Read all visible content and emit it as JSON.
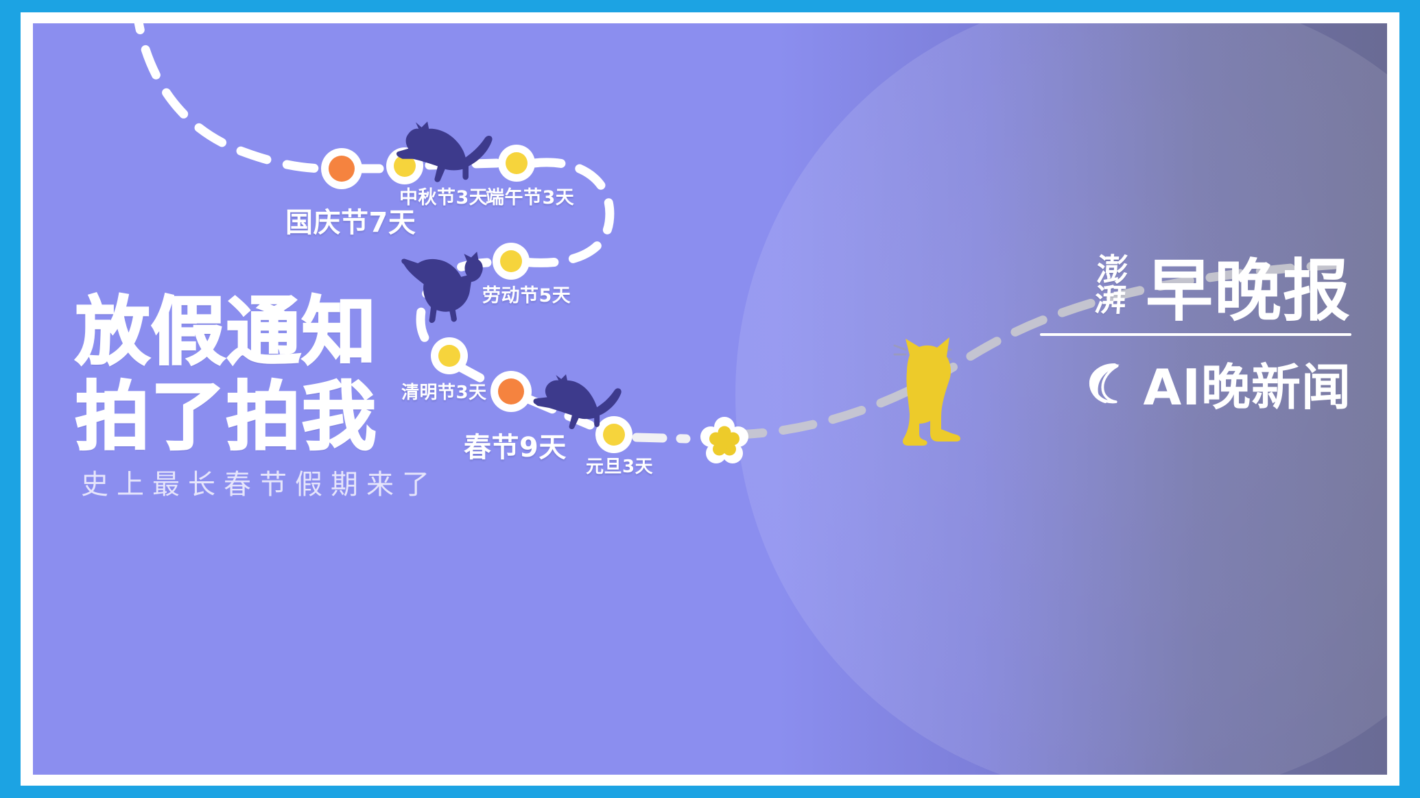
{
  "poster": {
    "headline_line1": "放假通知",
    "headline_line2": "拍了拍我",
    "subheadline": "史上最长春节假期来了"
  },
  "colors": {
    "frame_outer": "#1CA3E3",
    "frame_inner": "#FFFFFF",
    "bg_left": "#8B8EEF",
    "bg_right": "#6A6B94",
    "dot_orange": "#F5833F",
    "dot_yellow": "#F6D43C",
    "dot_ring": "#FFFFFF",
    "cat_dark": "#3D3A8C",
    "cat_yellow": "#EDCB2A",
    "path_white": "#FFFFFF",
    "path_gray": "#C9C9CF",
    "text_white": "#FFFFFF",
    "subhead": "#E6E5FB"
  },
  "timeline": {
    "nodes": [
      {
        "label": "国庆节7天",
        "holiday": "国庆节",
        "days": 7,
        "marker": "orange-dot"
      },
      {
        "label": "中秋节3天",
        "holiday": "中秋节",
        "days": 3,
        "marker": "yellow-dot"
      },
      {
        "label": "端午节3天",
        "holiday": "端午节",
        "days": 3,
        "marker": "yellow-dot"
      },
      {
        "label": "劳动节5天",
        "holiday": "劳动节",
        "days": 5,
        "marker": "yellow-dot"
      },
      {
        "label": "清明节3天",
        "holiday": "清明节",
        "days": 3,
        "marker": "yellow-dot"
      },
      {
        "label": "春节9天",
        "holiday": "春节",
        "days": 9,
        "marker": "orange-dot"
      },
      {
        "label": "元旦3天",
        "holiday": "元旦",
        "days": 3,
        "marker": "yellow-dot"
      }
    ]
  },
  "branding": {
    "publisher_mark": "澎湃",
    "publication": "早晚报",
    "program": "AI晚新闻"
  },
  "illustrations": {
    "cat_running_top": "running-cat-silhouette",
    "cat_walking_mid": "walking-cat-silhouette",
    "cat_leaping_low": "leaping-cat-silhouette",
    "cat_sitting": "sitting-cat-silhouette",
    "flower_marker": "flower-marker"
  }
}
